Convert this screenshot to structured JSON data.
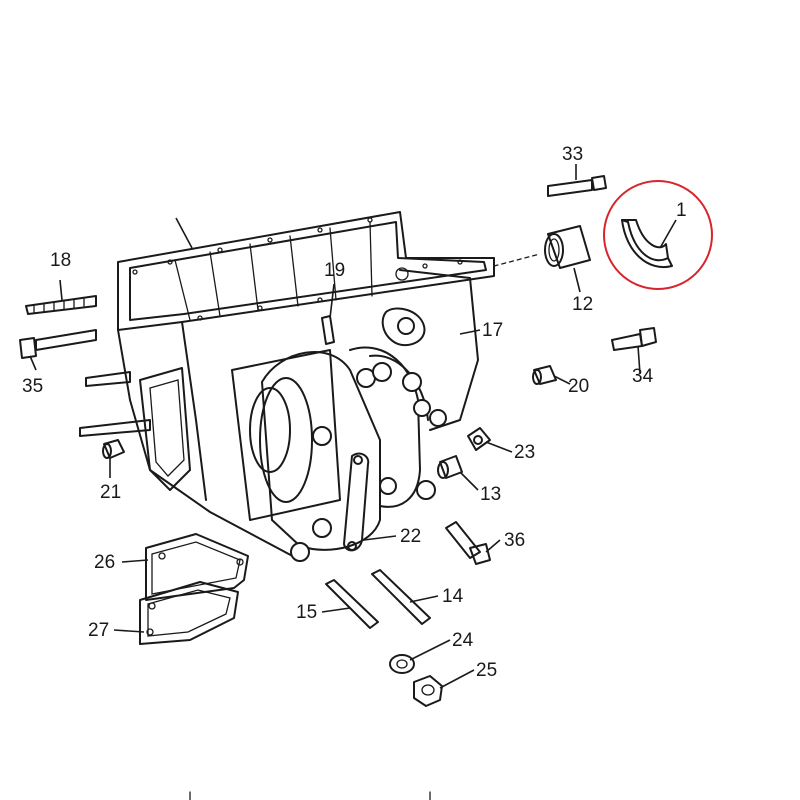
{
  "diagram": {
    "highlight_color": "#d6252b",
    "line_color": "#1a1a1a",
    "callouts": {
      "c1": "1",
      "c12": "12",
      "c13": "13",
      "c14": "14",
      "c15": "15",
      "c17": "17",
      "c18": "18",
      "c19": "19",
      "c20": "20",
      "c21": "21",
      "c22": "22",
      "c23": "23",
      "c24": "24",
      "c25": "25",
      "c26": "26",
      "c27": "27",
      "c33": "33",
      "c34": "34",
      "c35": "35",
      "c36": "36"
    }
  }
}
